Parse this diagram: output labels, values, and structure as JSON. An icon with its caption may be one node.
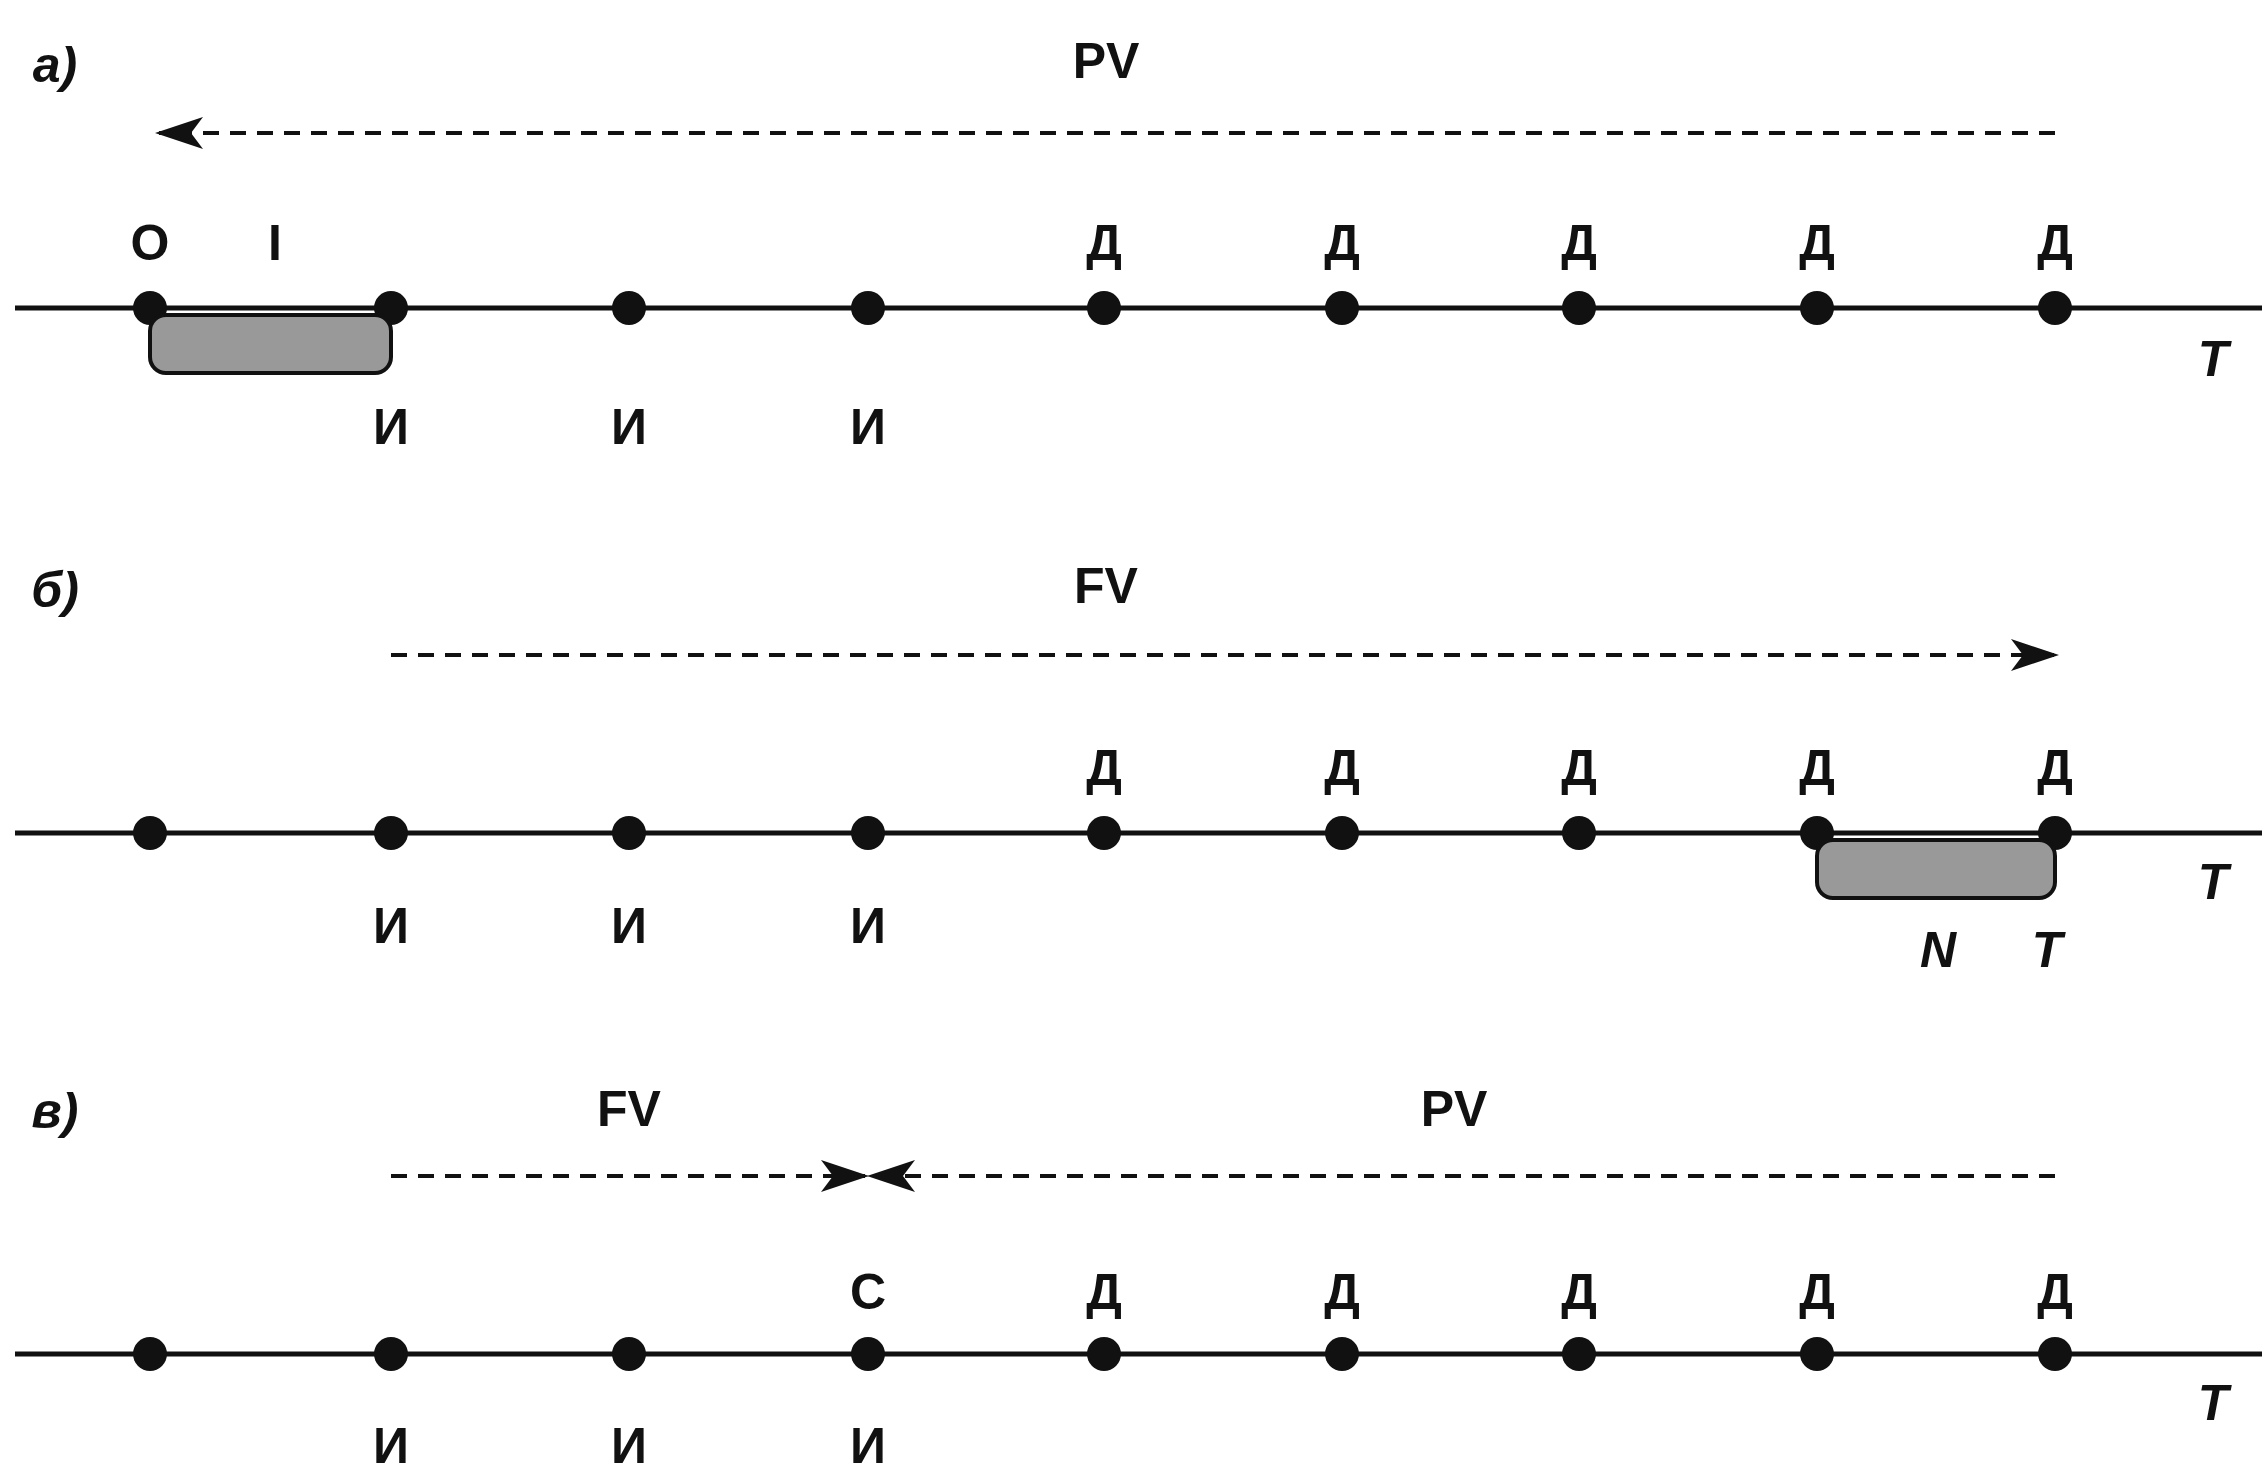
{
  "diagram": {
    "nodes": [
      {
        "text": [],
        "shape": "bar"
      },
      {
        "text": [],
        "shape": "bar"
      }
    ],
    "labels": [
      "а)",
      "PV",
      "O",
      "I",
      "Д",
      "Д",
      "Д",
      "Д",
      "Д",
      "T",
      "И",
      "И",
      "И",
      "б)",
      "FV",
      "Д",
      "Д",
      "Д",
      "Д",
      "Д",
      "T",
      "И",
      "И",
      "И",
      "N",
      "T",
      "в)",
      "FV",
      "PV",
      "C",
      "Д",
      "Д",
      "Д",
      "Д",
      "Д",
      "T",
      "И",
      "И",
      "И"
    ]
  }
}
